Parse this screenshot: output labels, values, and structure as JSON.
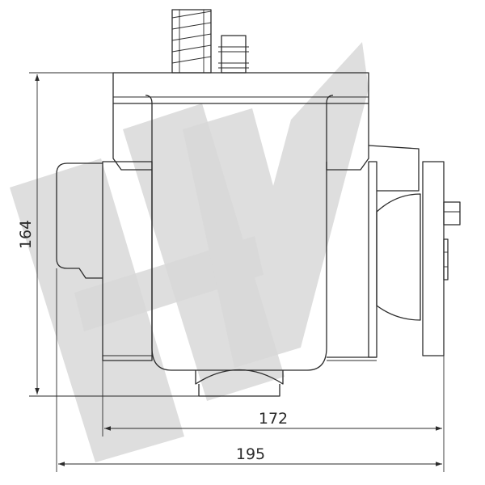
{
  "dimensions": {
    "height": "164",
    "width_inner": "172",
    "width_total": "195"
  },
  "watermark": {
    "color": "#d8d8d8"
  },
  "line_color": "#2b2b2b"
}
